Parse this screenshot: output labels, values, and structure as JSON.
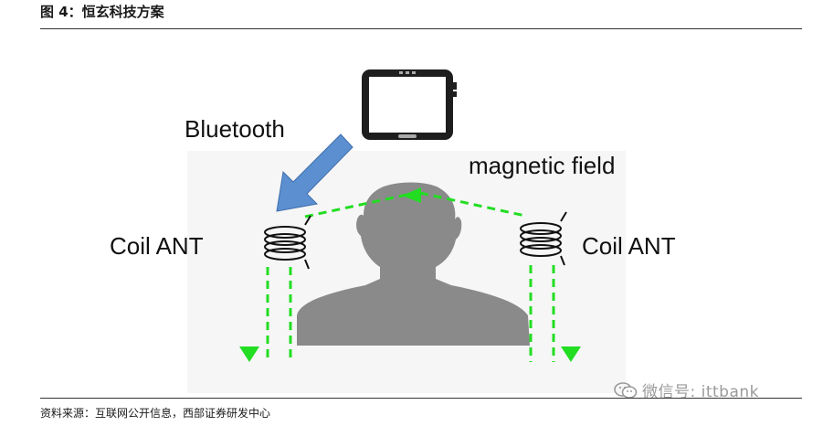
{
  "header": {
    "title": "图 4：恒玄科技方案"
  },
  "diagram": {
    "bluetooth_label": "Bluetooth",
    "magnetic_field_label": "magnetic field",
    "coil_left_label": "Coil ANT",
    "coil_right_label": "Coil ANT"
  },
  "footer": {
    "source": "资料来源：互联网公开信息，西部证券研发中心"
  },
  "watermark": {
    "text": "微信号: ittbank"
  },
  "colors": {
    "field_green": "#22dd22",
    "arrow_blue": "#5b8fd0",
    "silhouette_gray": "#8a8a8a"
  }
}
